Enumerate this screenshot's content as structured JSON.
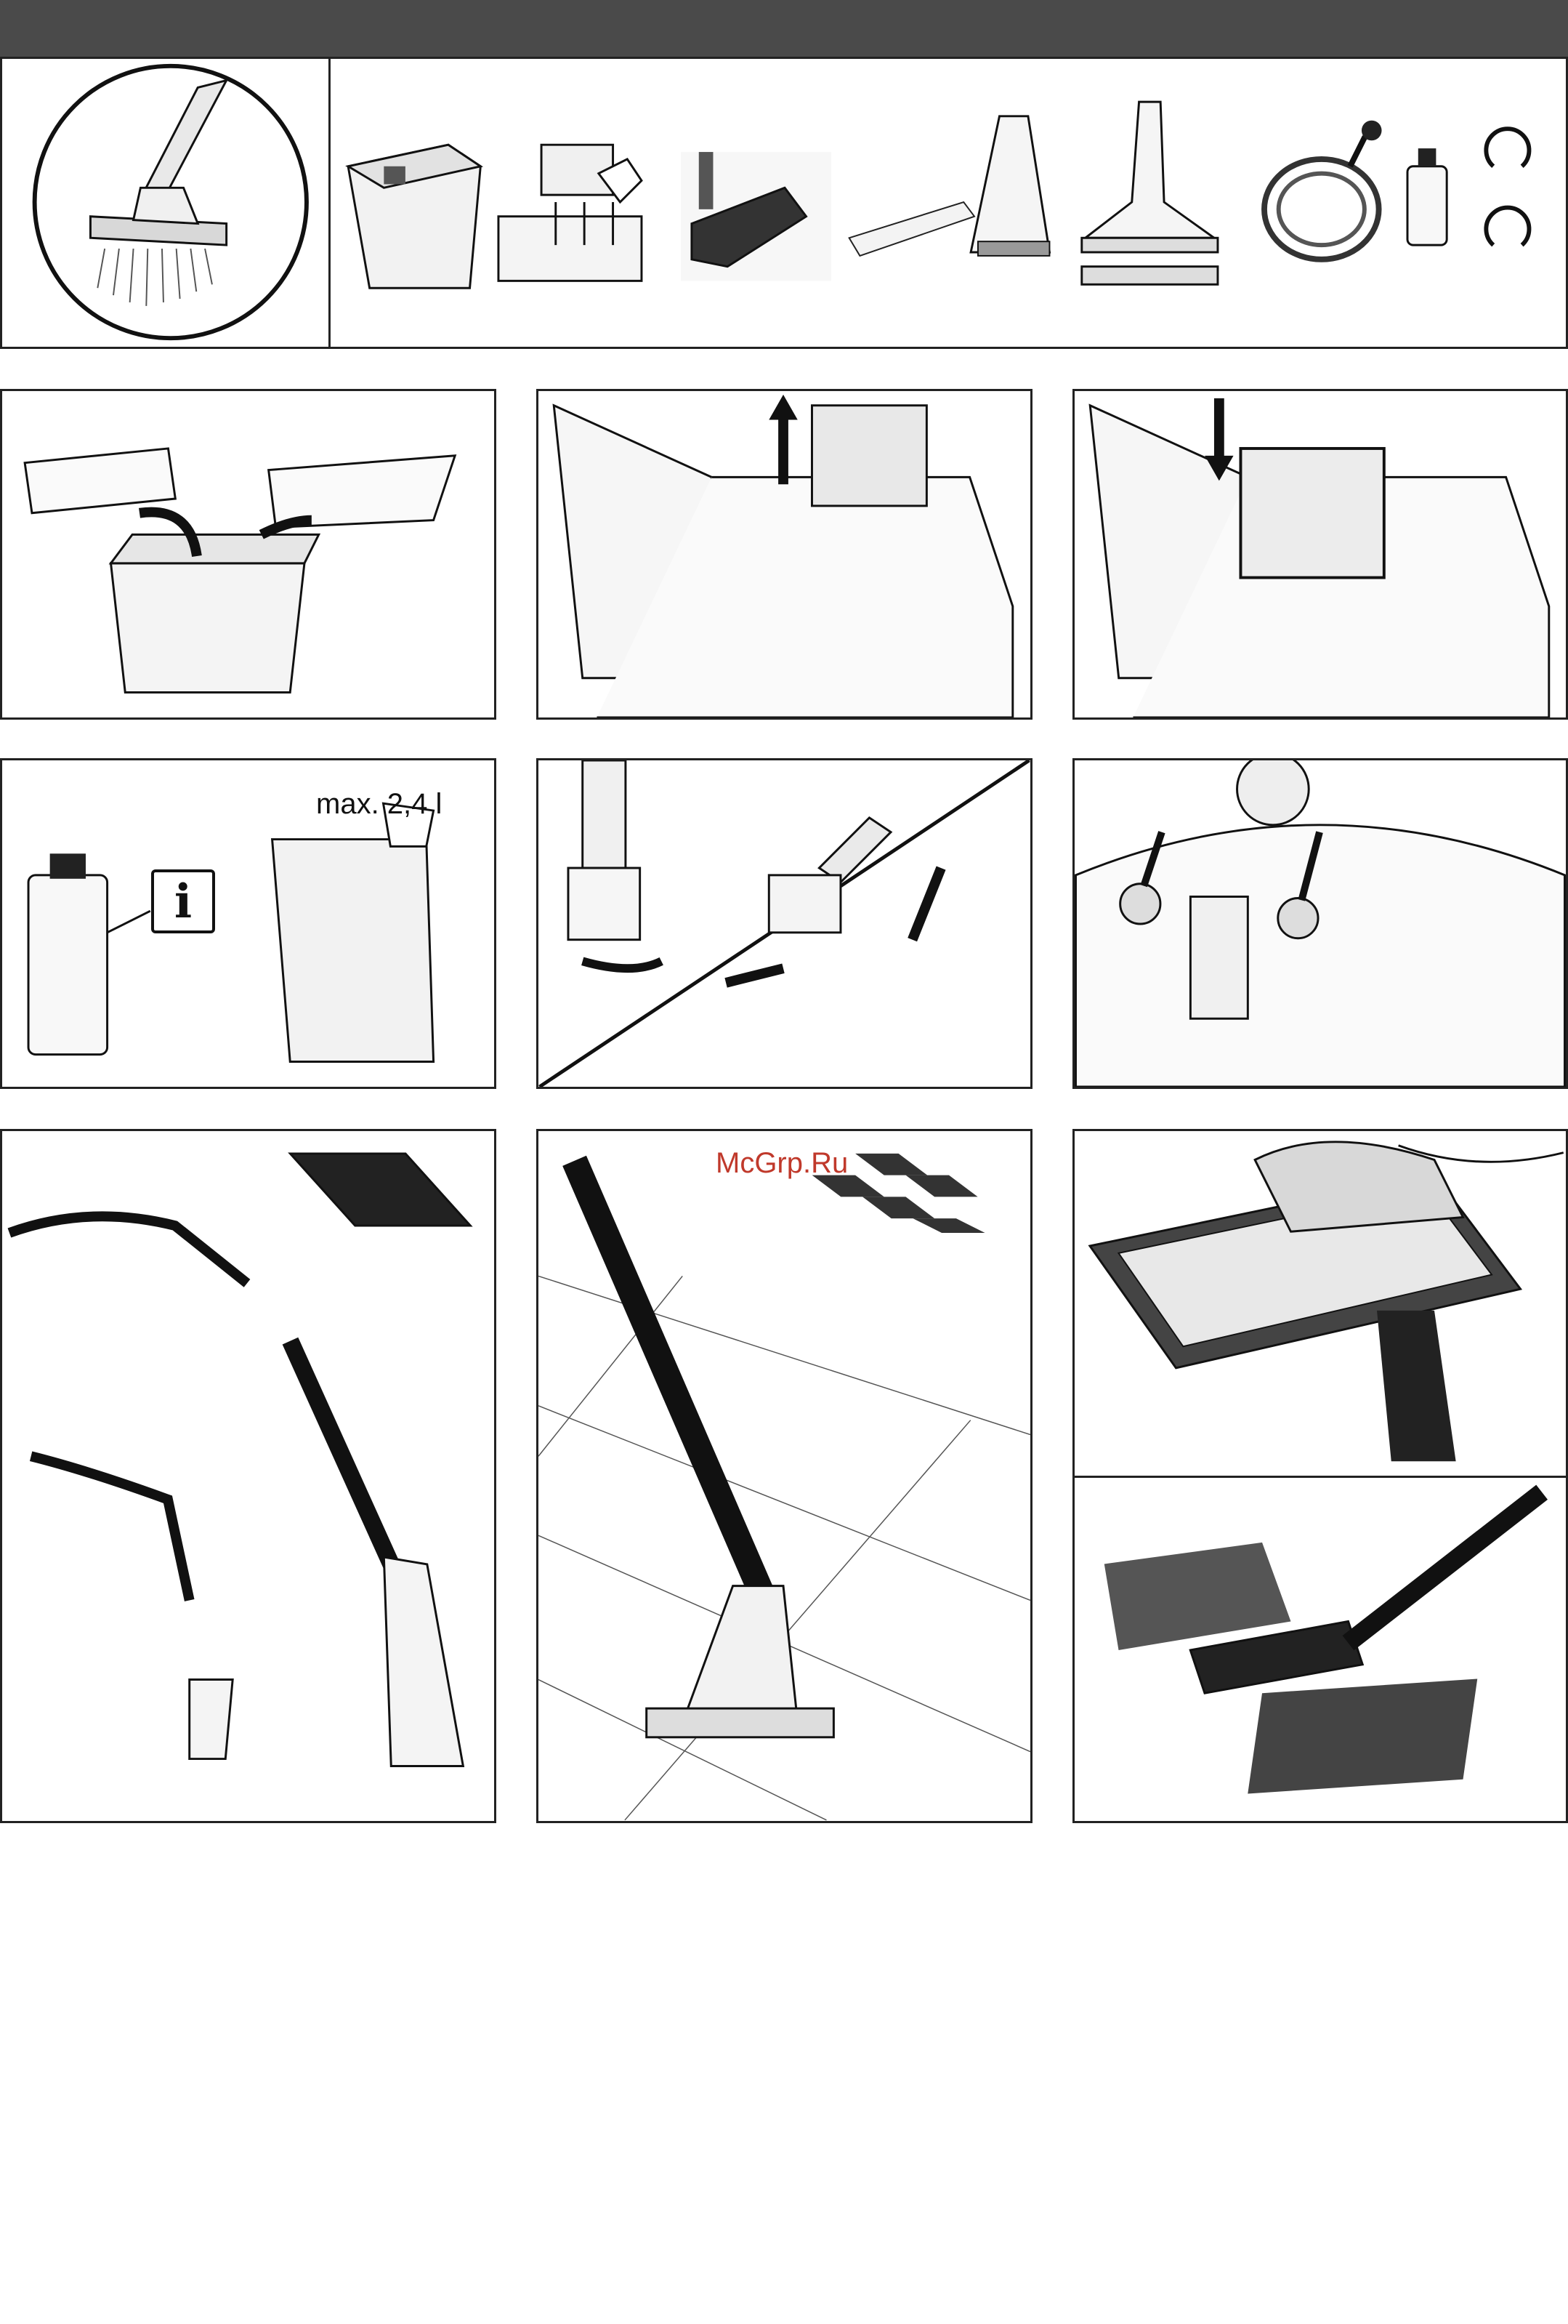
{
  "labels": {
    "max_fill": "max. 2,4 l",
    "info_symbol": "i",
    "watermark": "McGrp.Ru"
  },
  "colors": {
    "header_bar": "#4a4a4a",
    "line_art": "#222222",
    "watermark": "#c0392b"
  },
  "icons": [
    "nozzle-spray-circle-icon",
    "water-tank-icon",
    "filter-insert-icon",
    "floor-brush-icon",
    "cloth-strip-icon",
    "upholstery-nozzle-icon",
    "wide-nozzle-icon",
    "spray-hose-icon",
    "detergent-bottle-icon",
    "clip-rings-icon"
  ]
}
